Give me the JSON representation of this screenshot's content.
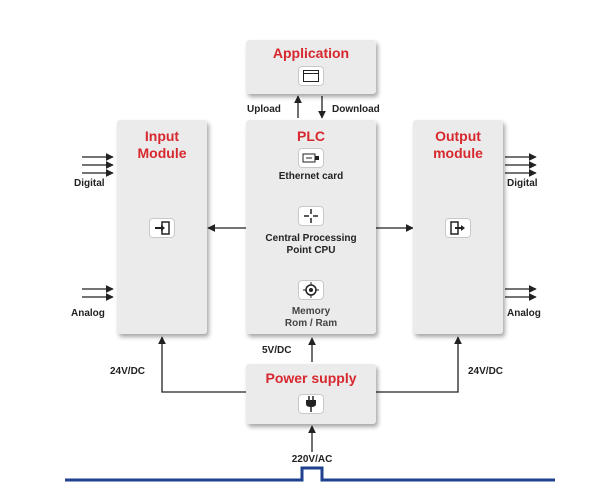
{
  "application": {
    "title": "Application",
    "icon": "window-icon"
  },
  "plc": {
    "title": "PLC",
    "ethernet_label": "Ethernet card",
    "cpu_label_line1": "Central Processing",
    "cpu_label_line2": "Point CPU",
    "memory_label_line1": "Memory",
    "memory_label_line2": "Rom / Ram"
  },
  "input_module": {
    "title_line1": "Input",
    "title_line2": "Module",
    "icon": "input-icon"
  },
  "output_module": {
    "title_line1": "Output",
    "title_line2": "module",
    "icon": "output-icon"
  },
  "power_supply": {
    "title": "Power supply",
    "icon": "plug-icon"
  },
  "labels": {
    "upload": "Upload",
    "download": "Download",
    "digital_left": "Digital",
    "analog_left": "Analog",
    "digital_right": "Digital",
    "analog_right": "Analog",
    "v24_left": "24V/DC",
    "v24_right": "24V/DC",
    "v5": "5V/DC",
    "v220": "220V/AC"
  },
  "colors": {
    "title_red": "#d7282f",
    "baseline_blue": "#1f3f8f",
    "box_grey": "#ebebeb"
  }
}
